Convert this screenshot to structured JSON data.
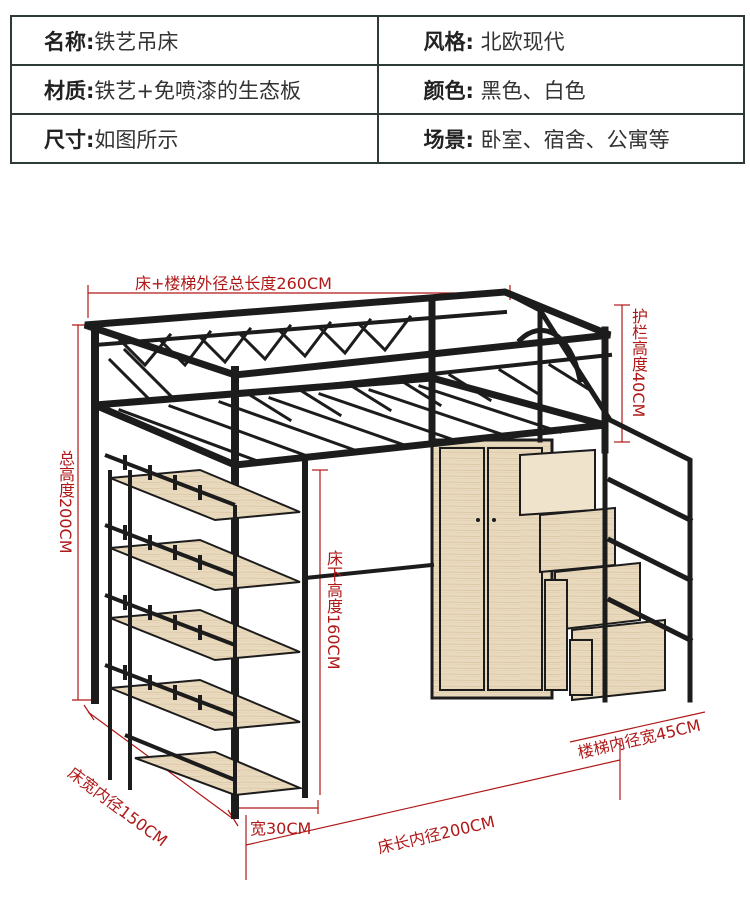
{
  "specs": [
    {
      "label": "名称",
      "colon": ":",
      "value": "铁艺吊床",
      "label2": "风格",
      "colon2": ":",
      "value2": "北欧现代"
    },
    {
      "label": "材质",
      "colon": ":",
      "value": "铁艺+免喷漆的生态板",
      "label2": "颜色",
      "colon2": ":",
      "value2": "黑色、白色"
    },
    {
      "label": "尺寸",
      "colon": ":",
      "value": "如图所示",
      "label2": "场景",
      "colon2": ":",
      "value2": "卧室、宿舍、公寓等"
    }
  ],
  "dimensions": {
    "total_length": "床+楼梯外径总长度260CM",
    "guardrail_height": "护栏高度40CM",
    "total_height": "总高度200CM",
    "bed_height": "床下高度160CM",
    "bed_inner_width": "床宽内径150CM",
    "shelf_width": "宽30CM",
    "bed_inner_length": "床长内径200CM",
    "stair_inner_width": "楼梯内径宽45CM"
  },
  "colors": {
    "frame": "#1c1c1c",
    "wood": "#e8d8bc",
    "dimension_line": "#b01818",
    "table_border": "#2e3a36"
  }
}
